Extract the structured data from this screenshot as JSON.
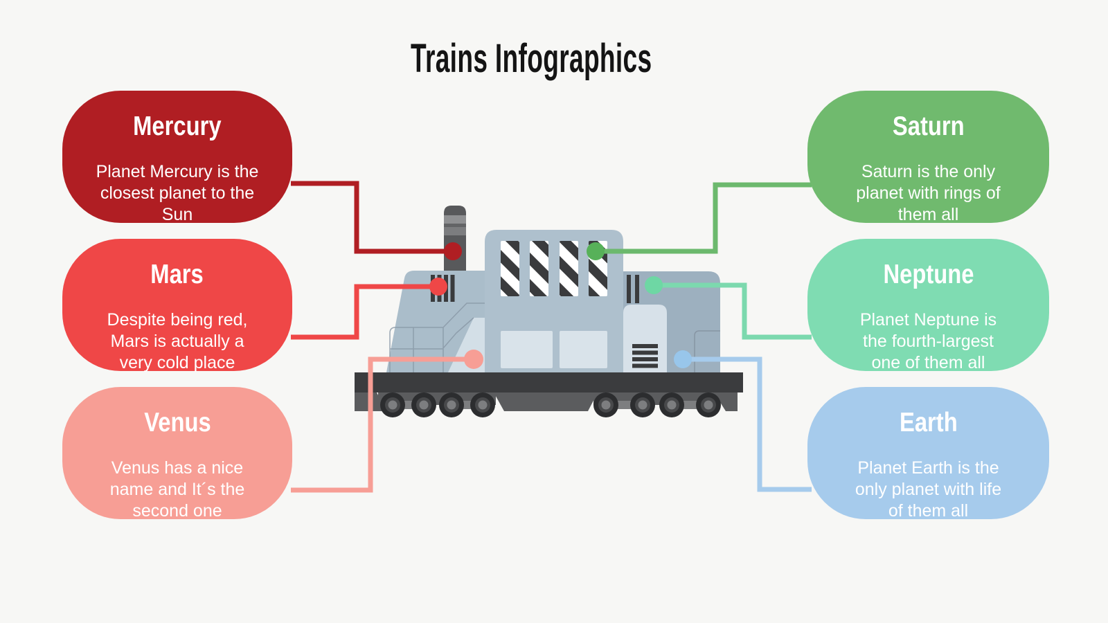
{
  "title": "Trains Infographics",
  "cards": [
    {
      "id": "mercury",
      "label": "Mercury",
      "description": "Planet Mercury is the closest planet to the Sun",
      "color": "#b01e23",
      "side": "left"
    },
    {
      "id": "mars",
      "label": "Mars",
      "description": "Despite being red, Mars is actually a very cold place",
      "color": "#ef4747",
      "side": "left"
    },
    {
      "id": "venus",
      "label": "Venus",
      "description": "Venus has a nice name and It´s the second one",
      "color": "#f79e95",
      "side": "left"
    },
    {
      "id": "saturn",
      "label": "Saturn",
      "description": "Saturn is the only planet with rings of them all",
      "color": "#70ba6e",
      "side": "right"
    },
    {
      "id": "neptune",
      "label": "Neptune",
      "description": "Planet Neptune is the fourth-largest one of them all",
      "color": "#7fdcb2",
      "side": "right"
    },
    {
      "id": "earth",
      "label": "Earth",
      "description": "Planet Earth is the only planet with life of them all",
      "color": "#a6cbec",
      "side": "right"
    }
  ],
  "illustration": {
    "subject": "diesel-locomotive-side-view"
  },
  "palette": {
    "background": "#f7f7f5",
    "title_ink": "#141414",
    "train_body": "#aabdca",
    "train_cab": "#aec0cd",
    "train_rear_hood": "#9db0bf",
    "train_light_panel": "#d7e1e9",
    "chassis": "#3b3c3e",
    "undercarriage": "#5b5c5e",
    "wheel": "#2c2d2f",
    "stripe_dark": "#3a3b3d"
  }
}
